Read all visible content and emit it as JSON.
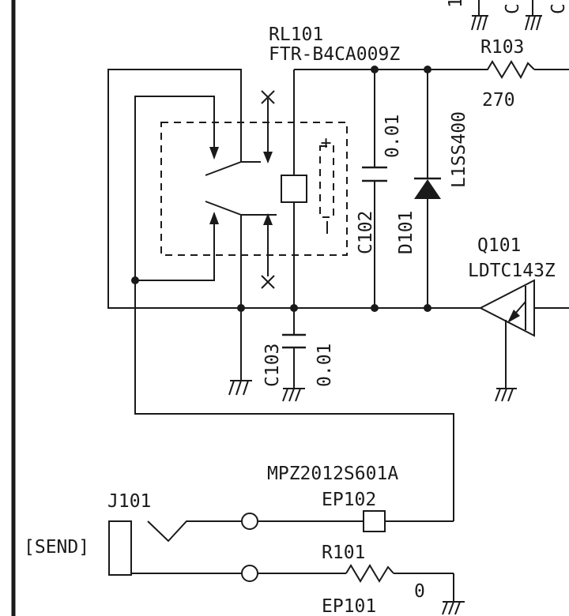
{
  "relay": {
    "ref": "RL101",
    "part": "FTR-B4CA009Z",
    "coil_polarity": "+"
  },
  "resistors": {
    "r103": {
      "ref": "R103",
      "value": "270"
    },
    "r101": {
      "ref": "R101",
      "value": "0"
    }
  },
  "capacitors": {
    "c102": {
      "ref": "C102",
      "value": "0.01"
    },
    "c103": {
      "ref": "C103",
      "value": "0.01"
    }
  },
  "diode": {
    "ref": "D101",
    "part": "L1SS400"
  },
  "transistor": {
    "ref": "Q101",
    "part": "LDTC143Z"
  },
  "ferrite": {
    "part": "MPZ2012S601A",
    "ref": "EP102"
  },
  "protector": {
    "ref": "EP101"
  },
  "jack": {
    "ref": "J101",
    "name": "[SEND]"
  },
  "top_fragments": {
    "left": "1",
    "mid": "C",
    "right": "C"
  }
}
